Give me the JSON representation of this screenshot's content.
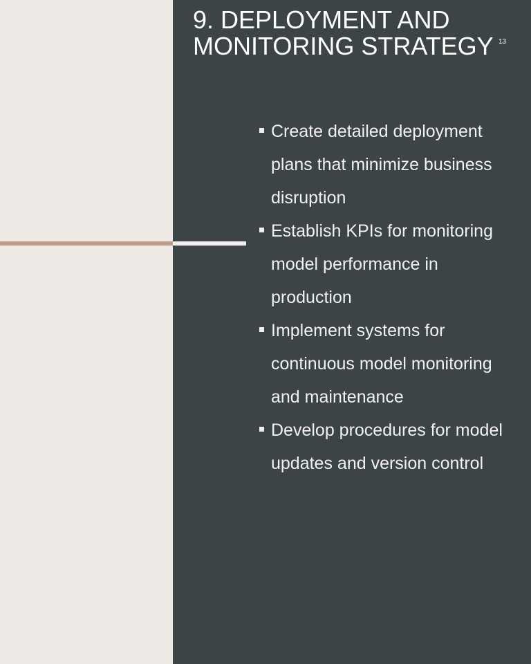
{
  "slide": {
    "title": "9. DEPLOYMENT AND MONITORING STRATEGY",
    "number": "13"
  },
  "bullets": [
    {
      "text": "Create detailed deployment plans that minimize business disruption"
    },
    {
      "text": "Establish KPIs for monitoring model performance in production"
    },
    {
      "text": "Implement systems for continuous model monitoring and maintenance"
    },
    {
      "text": "Develop procedures for model updates and version control"
    }
  ],
  "colors": {
    "background_left": "#efe9e6",
    "background_right": "#3c4445",
    "accent_line": "#c09a86",
    "text": "#ffffff"
  }
}
